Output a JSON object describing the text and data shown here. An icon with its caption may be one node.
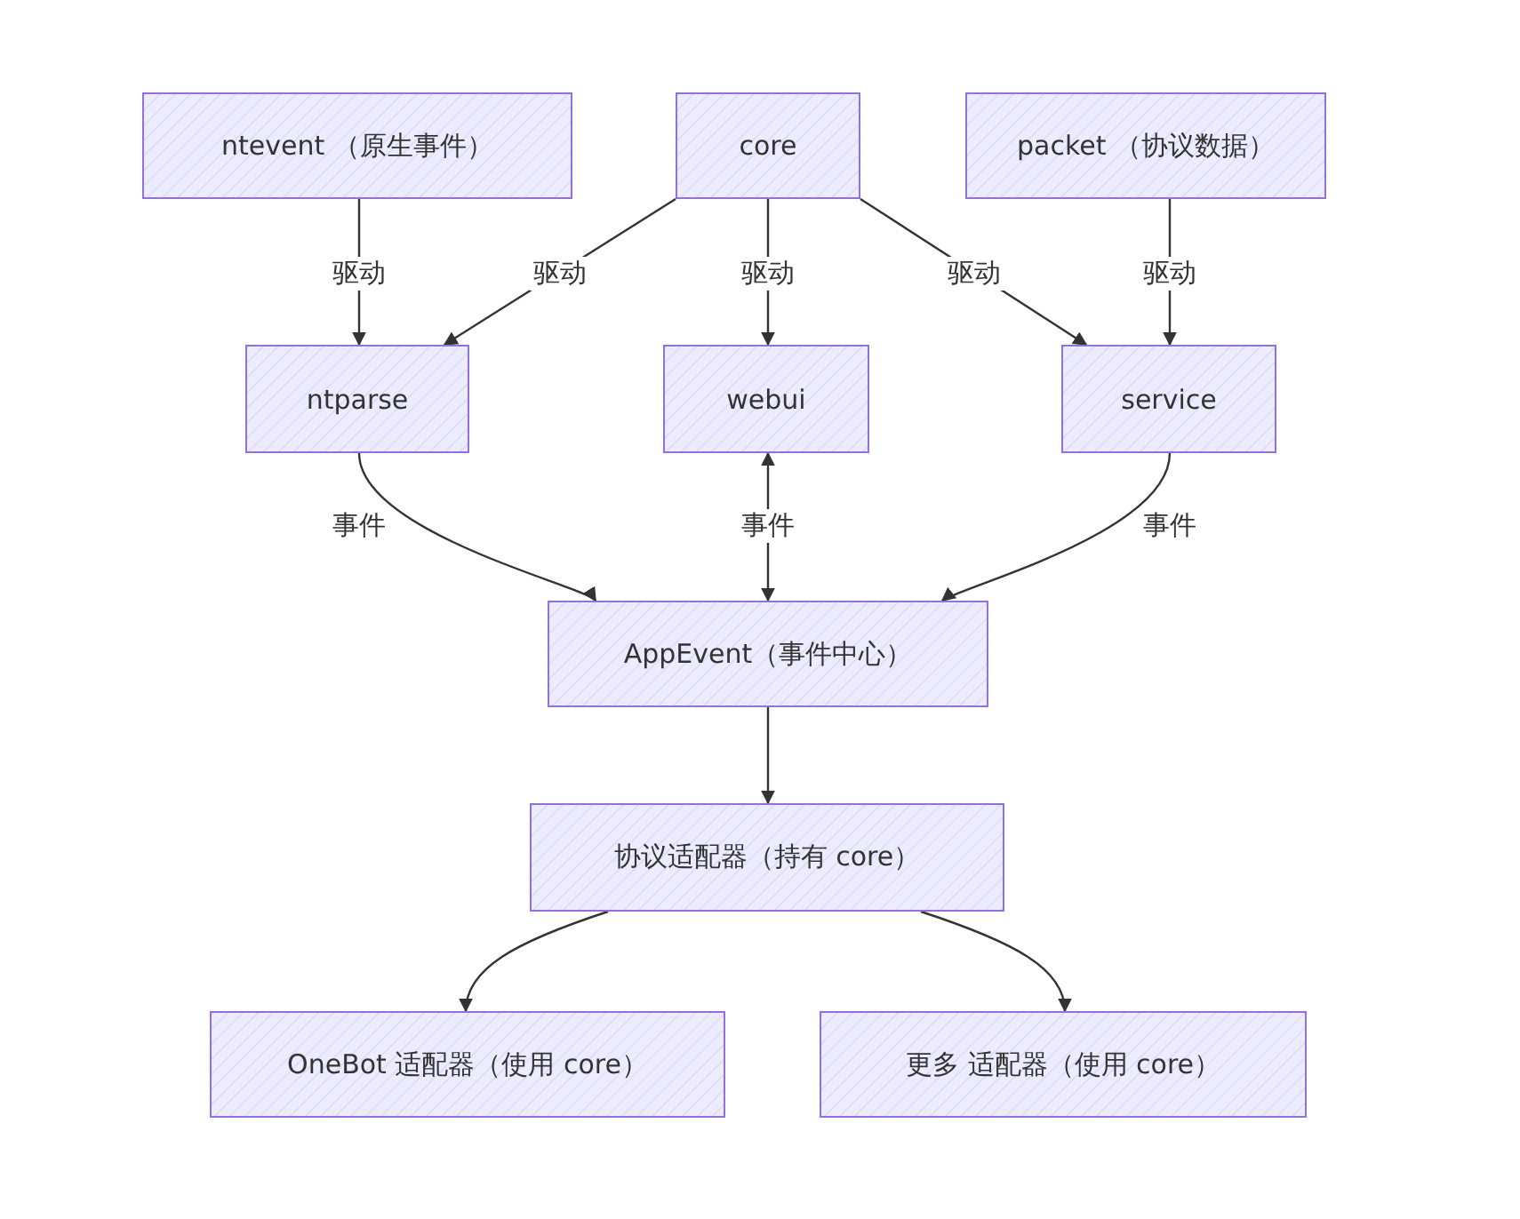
{
  "diagram": {
    "nodes": [
      {
        "text": [
          "ntevent （原生事件）"
        ]
      },
      {
        "text": [
          "core"
        ]
      },
      {
        "text": [
          "packet （协议数据）"
        ]
      },
      {
        "text": [
          "ntparse"
        ]
      },
      {
        "text": [
          "webui"
        ]
      },
      {
        "text": [
          "service"
        ]
      },
      {
        "text": [
          "AppEvent（事件中心）"
        ]
      },
      {
        "text": [
          "协议适配器（持有 core）"
        ]
      },
      {
        "text": [
          "OneBot 适配器（使用 core）"
        ]
      },
      {
        "text": [
          "更多 适配器（使用 core）"
        ]
      }
    ],
    "edges": [
      {
        "from": 0,
        "to": 3,
        "arrow": "to",
        "label": "驱动"
      },
      {
        "from": 1,
        "to": 3,
        "arrow": "to",
        "label": "驱动"
      },
      {
        "from": 1,
        "to": 4,
        "arrow": "to",
        "label": "驱动"
      },
      {
        "from": 1,
        "to": 5,
        "arrow": "to",
        "label": "驱动"
      },
      {
        "from": 2,
        "to": 5,
        "arrow": "to",
        "label": "驱动"
      },
      {
        "from": 3,
        "to": 6,
        "arrow": "to",
        "label": "事件"
      },
      {
        "from": 4,
        "to": 6,
        "arrow": "both",
        "label": "事件"
      },
      {
        "from": 5,
        "to": 6,
        "arrow": "to",
        "label": "事件"
      },
      {
        "from": 6,
        "to": 7,
        "arrow": "to"
      },
      {
        "from": 7,
        "to": 8,
        "arrow": "to"
      },
      {
        "from": 7,
        "to": 9,
        "arrow": "to"
      }
    ]
  }
}
